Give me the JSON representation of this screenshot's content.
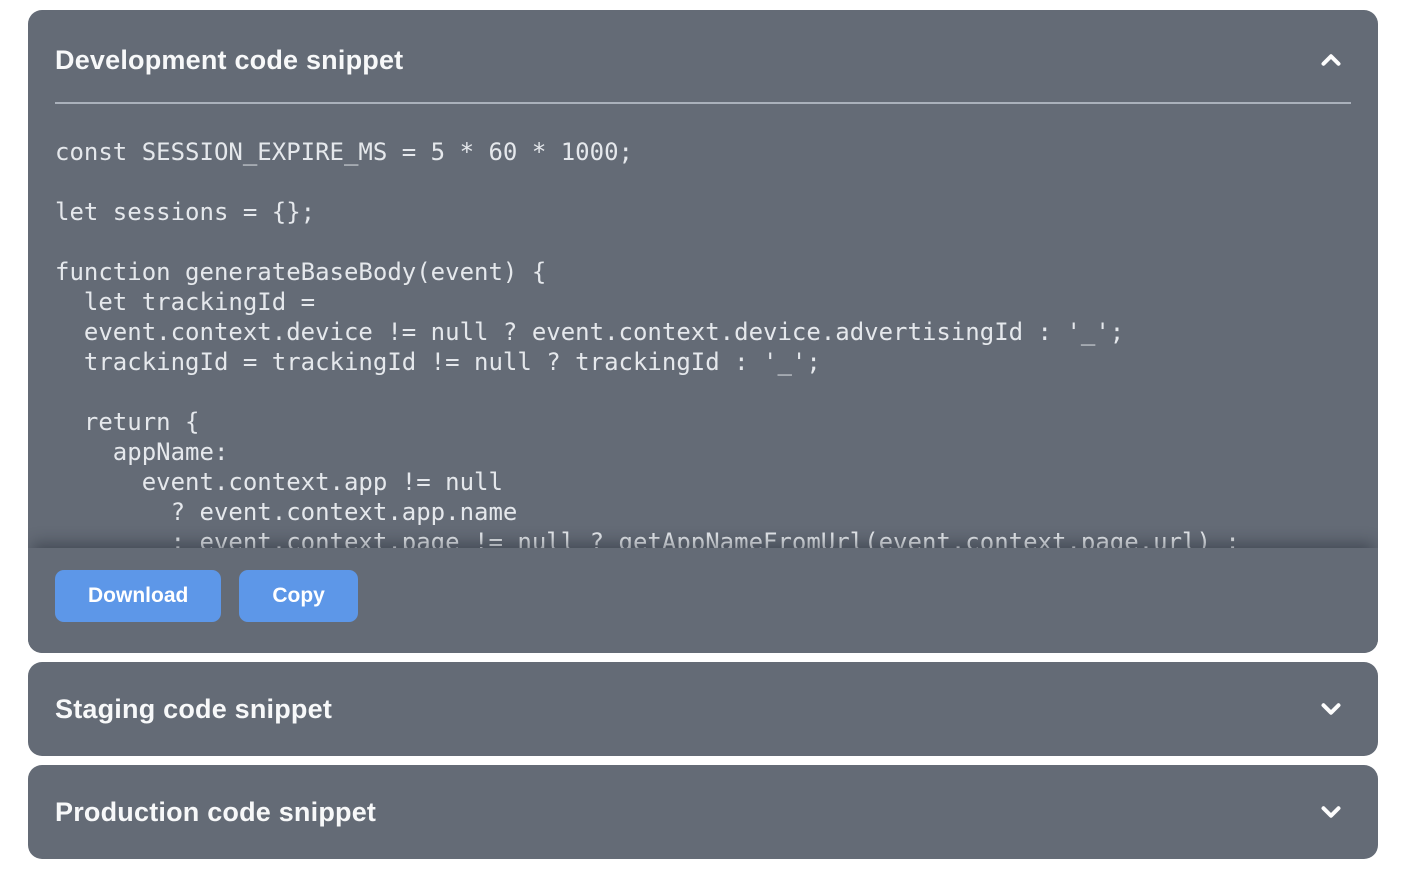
{
  "panels": [
    {
      "id": "development",
      "title": "Development code snippet",
      "state": "expanded",
      "code": "const SESSION_EXPIRE_MS = 5 * 60 * 1000;\n\nlet sessions = {};\n\nfunction generateBaseBody(event) {\n  let trackingId =\n  event.context.device != null ? event.context.device.advertisingId : '_';\n  trackingId = trackingId != null ? trackingId : '_';\n\n  return {\n    appName:\n      event.context.app != null\n        ? event.context.app.name\n        : event.context.page != null ? getAppNameFromUrl(event.context.page.url) :",
      "actions": {
        "download": "Download",
        "copy": "Copy"
      }
    },
    {
      "id": "staging",
      "title": "Staging code snippet",
      "state": "collapsed"
    },
    {
      "id": "production",
      "title": "Production code snippet",
      "state": "collapsed"
    }
  ],
  "colors": {
    "page_background": "#FFFFFF",
    "panel_background": "#646B76",
    "title_text": "#F7F8F9",
    "code_text": "#E5E8EC",
    "divider": "#AAB1BB",
    "button_background": "#5D97E8",
    "button_text": "#FFFFFF",
    "chevron": "#FDFDFD"
  }
}
